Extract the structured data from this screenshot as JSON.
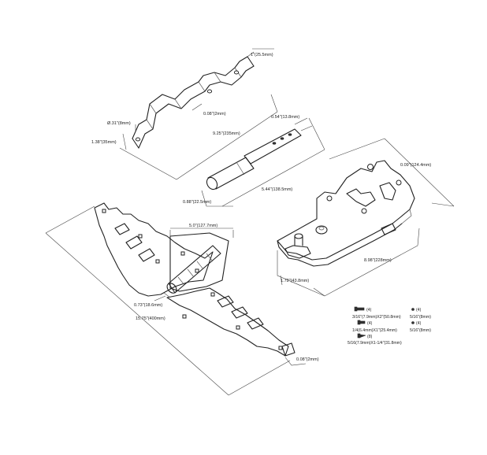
{
  "dimensions": {
    "bracket_thickness": "1\"(25.5mm)",
    "bracket_hole": "Ø.31\"(8mm)",
    "bracket_height": "1.38\"(35mm)",
    "bracket_offset": "0.08\"(2mm)",
    "bracket_length": "9.25\"(235mm)",
    "pin_width": "0.54\"(13.8mm)",
    "pin_diameter": "0.88\"(22.5mm)",
    "pin_length": "5.44\"(138.5mm)",
    "latch_height": "0.09\"(124.4mm)",
    "latch_length": "8.98\"(228mm)",
    "latch_depth": "1.72\"(43.8mm)",
    "hinge_leaf_width": "5.0\"(127.7mm)",
    "hinge_barrel": "0.73\"(18.6mm)",
    "hinge_length": "15.75\"(400mm)",
    "hinge_thickness": "0.08\"(2mm)"
  },
  "hardware": [
    {
      "icon": "bolt-icon",
      "qty": "(4)",
      "size": "3/16\"(7.9mm)X2\"(50.8mm)",
      "nut_qty": "(4)",
      "nut_size": "5/16\"(8mm)"
    },
    {
      "icon": "screw-icon",
      "qty": "(4)",
      "size": "1/4(6.4mm)X1\"(25.4mm)",
      "nut_qty": "(4)",
      "nut_size": "5/16\"(8mm)"
    },
    {
      "icon": "wood-screw-icon",
      "qty": "(8)",
      "size": "5/16(7.9mm)X1-1/4\"(31.8mm)",
      "nut_qty": "",
      "nut_size": ""
    }
  ]
}
